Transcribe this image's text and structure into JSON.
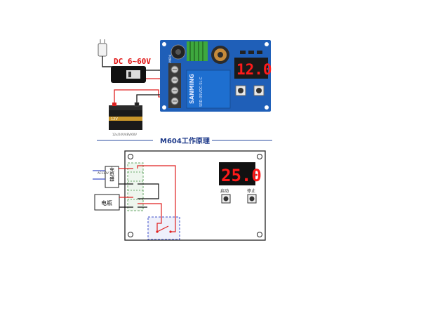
{
  "top_photo": {
    "supply_label": "DC 6~60V",
    "display_value": "12.0",
    "relay_brand": "SANMING",
    "relay_model": "SRD-05VDC-SL-C",
    "battery_label": "12V",
    "battery_caption": "12v/24V/48V/60V"
  },
  "schematic": {
    "title": "M604工作原理",
    "charger_label": "充电器",
    "charger_side_label": "AC110V",
    "battery_label": "电瓶",
    "display_value": "25.0",
    "button_left_label": "启动",
    "button_right_label": "停止"
  },
  "colors": {
    "pcb_blue": "#1f5fb8",
    "led_red": "#ff1a1a",
    "wire_red": "#e02020",
    "wire_black": "#111111",
    "relay_blue": "#1e6fd0",
    "heatsink_green": "#3ea83e",
    "dashed_green": "#6aa86a",
    "dashed_blue": "#3f4fc8"
  }
}
